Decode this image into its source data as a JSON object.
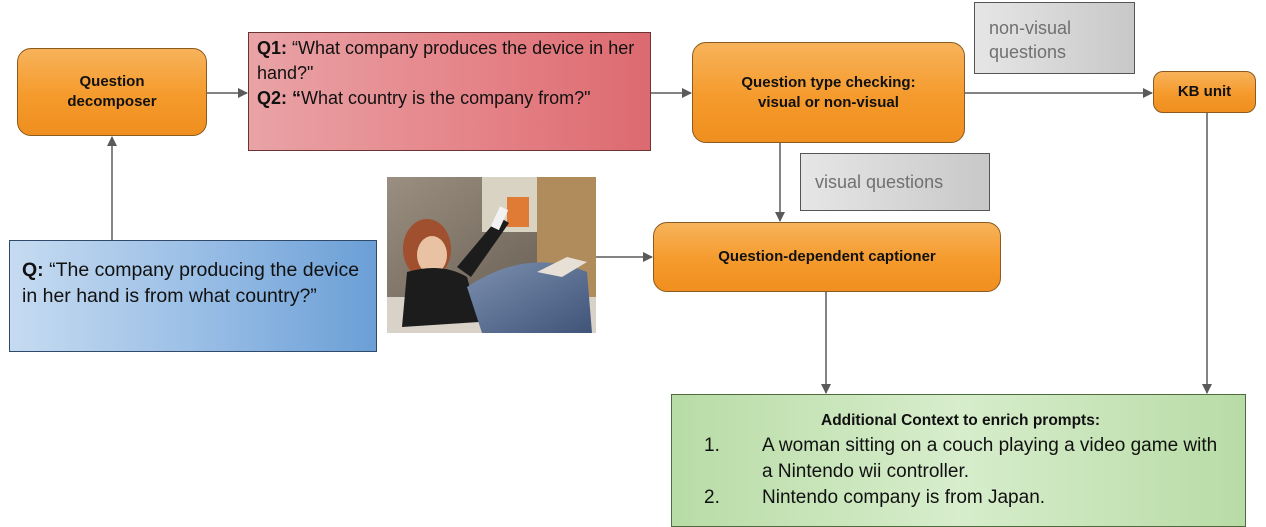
{
  "nodes": {
    "decomposer": "Question\ndecomposer",
    "type_check": "Question type checking:\nvisual or non-visual",
    "kb_unit": "KB unit",
    "captioner": "Question-dependent captioner"
  },
  "labels": {
    "non_visual": "non-visual\nquestions",
    "visual": "visual questions"
  },
  "sub_questions": {
    "q1_label": "Q1:",
    "q1_text": "“What company produces the device in her hand?\"",
    "q2_label": "Q2: “",
    "q2_text": "What country is the company from?\""
  },
  "main_question": {
    "label": "Q:",
    "text": "“The company producing the device in her hand is from what country?”"
  },
  "context": {
    "title": "Additional Context to enrich prompts:",
    "items": [
      {
        "num": "1.",
        "text": "A woman sitting on a couch playing a video game with a Nintendo wii controller."
      },
      {
        "num": "2.",
        "text": "Nintendo company is from Japan."
      }
    ]
  },
  "colors": {
    "orange": "#f59a2c",
    "red": "#e58489",
    "blue": "#9bbfe6",
    "green": "#c9e5bb",
    "gray": "#d0d0d0",
    "arrow": "#5a5a5a"
  }
}
